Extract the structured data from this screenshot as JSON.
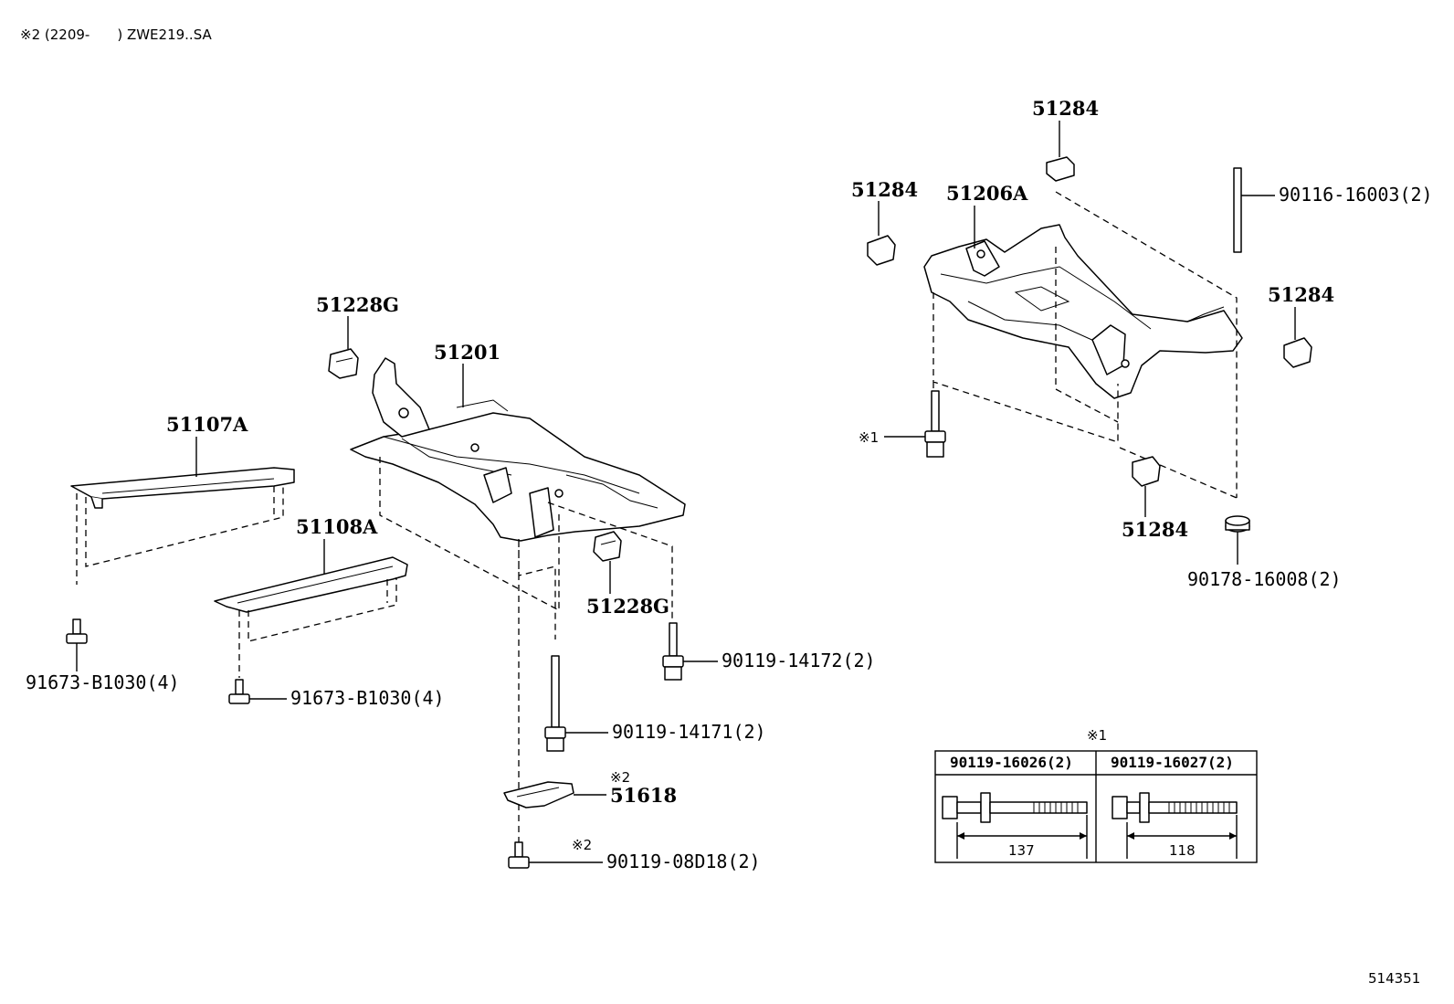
{
  "header_note": "※2 (2209-　　) ZWE219..SA",
  "diagram_id": "514351",
  "callouts": {
    "p51228g_top": "51228G",
    "p51201": "51201",
    "p51107a": "51107A",
    "p51108a": "51108A",
    "p51228g_bottom": "51228G",
    "p91673_left": "91673-B1030(4)",
    "p91673_mid": "91673-B1030(4)",
    "p90119_14172": "90119-14172(2)",
    "p90119_14171": "90119-14171(2)",
    "p51618_mark": "※2",
    "p51618": "51618",
    "p90119_08d18_mark": "※2",
    "p90119_08d18": "90119-08D18(2)",
    "p51284_top": "51284",
    "p51284_left": "51284",
    "p51206a": "51206A",
    "p90116": "90116-16003(2)",
    "p51284_right": "51284",
    "p_mark1": "※1",
    "p51284_bottom": "51284",
    "p90178": "90178-16008(2)"
  },
  "bolt_table": {
    "mark": "※1",
    "columns": [
      {
        "part": "90119-16026(2)",
        "length": "137"
      },
      {
        "part": "90119-16027(2)",
        "length": "118"
      }
    ]
  }
}
